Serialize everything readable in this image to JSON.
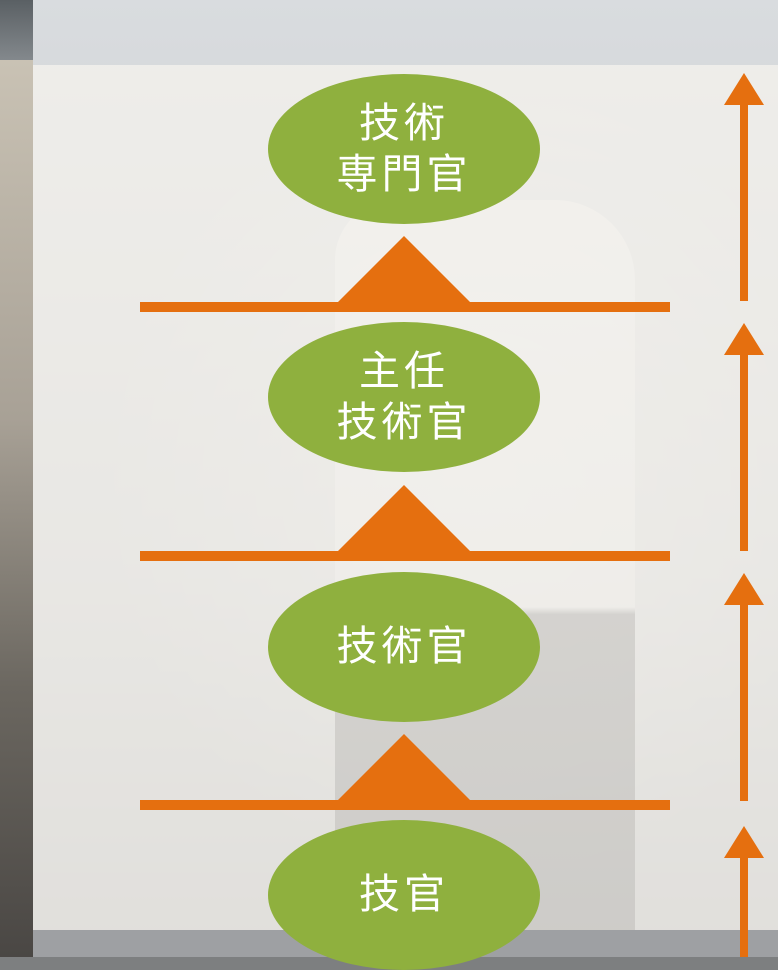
{
  "colors": {
    "accent_orange": "#e56f0f",
    "level_green": "#8fb03e",
    "label_text": "#ffffff"
  },
  "career_ladder": {
    "direction": "bottom-to-top",
    "levels": [
      {
        "line1": "技術",
        "line2": "専門官"
      },
      {
        "line1": "主任",
        "line2": "技術官"
      },
      {
        "line1": "技術官",
        "line2": ""
      },
      {
        "line1": "技官",
        "line2": ""
      }
    ]
  }
}
